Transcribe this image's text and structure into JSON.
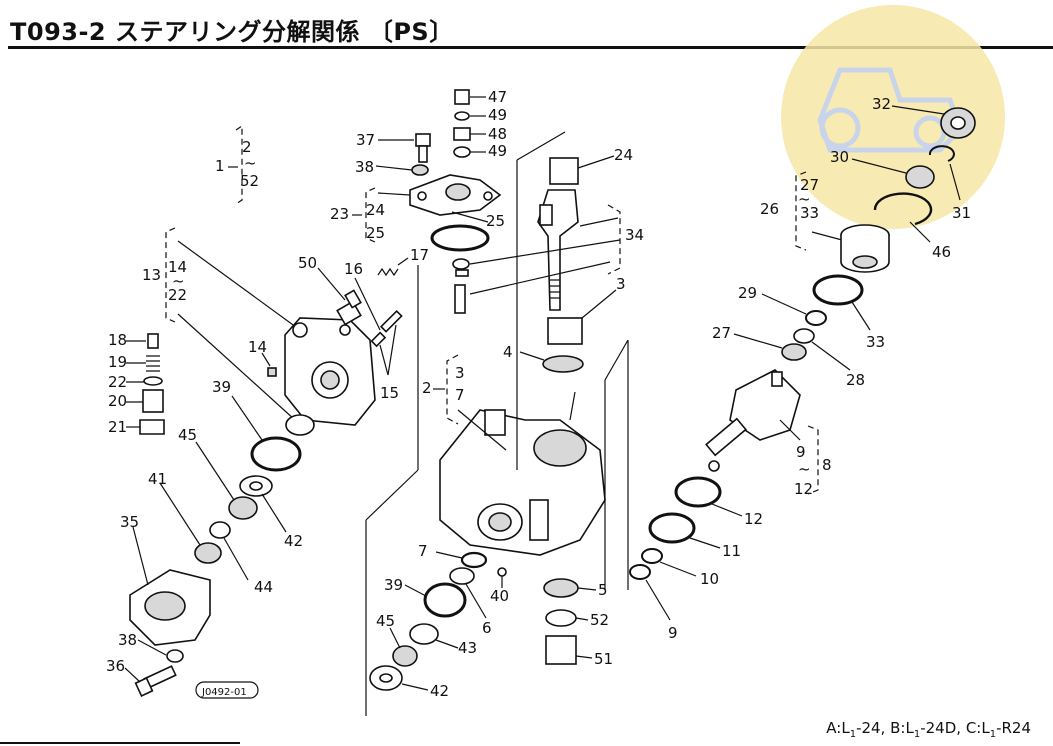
{
  "title": "T093-2 ステアリング分解関係 〔PS〕",
  "footer": {
    "A": "A:L",
    "A_sub": "1",
    "A_rest": "-24,",
    "B": "B:L",
    "B_sub": "1",
    "B_rest": "-24D,",
    "C": "C:L",
    "C_sub": "1",
    "C_rest": "-R24"
  },
  "drawing_ref": "J0492-01",
  "group_labels": {
    "g1": {
      "main": "1",
      "top": "2",
      "bottom": "52",
      "tilde": "~"
    },
    "g23": {
      "main": "23",
      "top": "24",
      "bottom": "25"
    },
    "g13": {
      "main": "13",
      "top": "14",
      "bottom": "22",
      "tilde": "~"
    },
    "g2": {
      "main": "2",
      "top": "3",
      "bottom": "7",
      "tilde": "~"
    },
    "g26": {
      "main": "26",
      "top": "27",
      "bottom": "33",
      "tilde": "~"
    },
    "g8": {
      "main": "8",
      "top": "9",
      "bottom": "12",
      "tilde": "~"
    },
    "g34": {
      "main": "34"
    },
    "g15": {
      "main": "15"
    }
  },
  "callouts": {
    "c47": "47",
    "c49a": "49",
    "c48": "48",
    "c49b": "49",
    "c37": "37",
    "c38a": "38",
    "c24a": "24",
    "c25": "25",
    "c50": "50",
    "c16": "16",
    "c17": "17",
    "c3": "3",
    "c4": "4",
    "c18": "18",
    "c19": "19",
    "c22": "22",
    "c20": "20",
    "c21": "21",
    "c14": "14",
    "c39a": "39",
    "c45a": "45",
    "c41": "41",
    "c35": "35",
    "c42a": "42",
    "c44": "44",
    "c38b": "38",
    "c36": "36",
    "c7": "7",
    "c39b": "39",
    "c45b": "45",
    "c40": "40",
    "c6": "6",
    "c43": "43",
    "c42b": "42",
    "c5": "5",
    "c52": "52",
    "c51": "51",
    "c32": "32",
    "c30": "30",
    "c31": "31",
    "c46": "46",
    "c29": "29",
    "c33": "33",
    "c27": "27",
    "c28": "28",
    "c12": "12",
    "c11": "11",
    "c10": "10",
    "c9": "9"
  }
}
